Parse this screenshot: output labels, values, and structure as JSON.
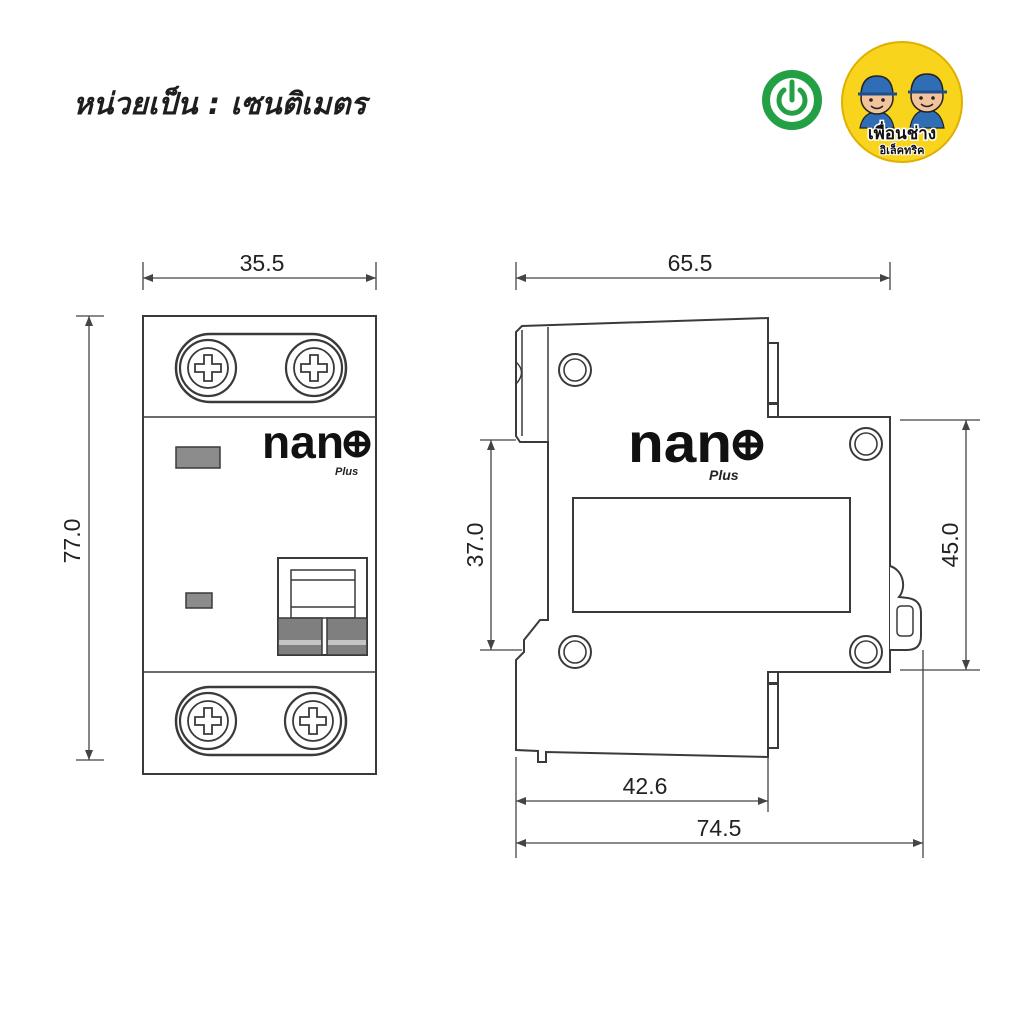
{
  "header": {
    "unit_note": "หน่วยเป็น : เซนติเมตร"
  },
  "brand": {
    "wordmark": "Nan",
    "color": "#22a043",
    "icon": "nano-power-o-icon"
  },
  "badge": {
    "line1": "เพื่อนช่าง",
    "line2": "อิเล็คทริค",
    "color": "#f8d41c",
    "icon": "technician-mascot-icon"
  },
  "front_view": {
    "logo_text": "nan",
    "logo_sub": "Plus",
    "width_label": "35.5",
    "height_label": "77.0"
  },
  "side_view": {
    "logo_text": "nan",
    "logo_sub": "Plus",
    "overall_depth_label": "65.5",
    "rail_clip_label": "37.0",
    "front_face_label": "45.0",
    "body_depth_label": "42.6",
    "total_depth_label": "74.5"
  },
  "colors": {
    "line": "#3a3a3a",
    "window_gray": "#8c8c8c",
    "mascot_blue": "#2f6db5"
  },
  "icons": [
    "terminal-screw-icon",
    "rivet-icon",
    "nano-plus-o-icon",
    "toggle-lever-icon"
  ]
}
